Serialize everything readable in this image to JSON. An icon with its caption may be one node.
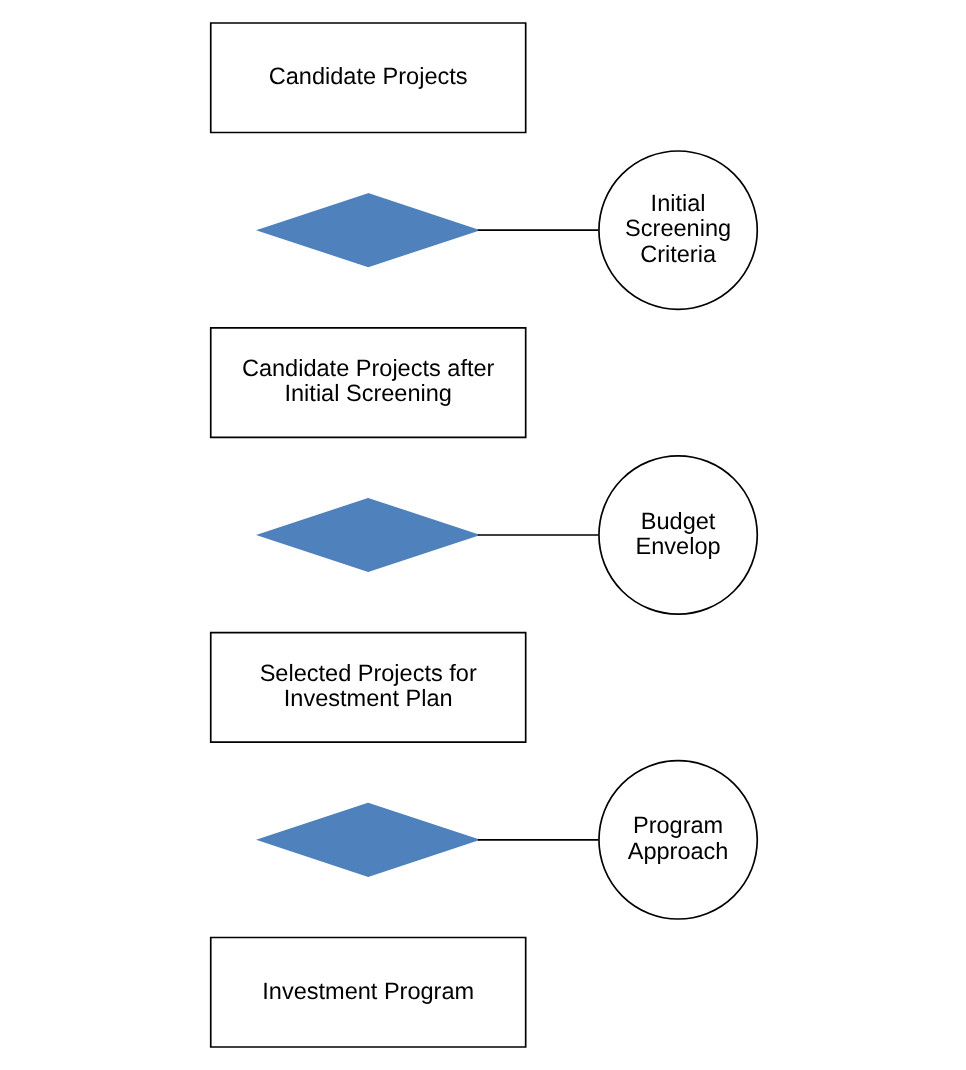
{
  "diagram": {
    "nodes": [
      {
        "text": [
          "Candidate Projects"
        ]
      },
      {
        "text": [],
        "shape": "diamond"
      },
      {
        "text": [
          "Initial Screening Criteria"
        ]
      },
      {
        "text": [
          "Candidate Projects after Initial Screening"
        ]
      },
      {
        "text": [],
        "shape": "diamond"
      },
      {
        "text": [
          "Budget Envelop"
        ]
      },
      {
        "text": [
          "Selected Projects for Investment Plan"
        ]
      },
      {
        "text": [],
        "shape": "diamond"
      },
      {
        "text": [
          "Program Approach"
        ]
      },
      {
        "text": [
          "Investment Program"
        ]
      }
    ],
    "edges": [
      {
        "from": 1,
        "to": 2,
        "arrow": "none"
      },
      {
        "from": 4,
        "to": 5,
        "arrow": "none"
      },
      {
        "from": 7,
        "to": 8,
        "arrow": "none"
      }
    ]
  }
}
